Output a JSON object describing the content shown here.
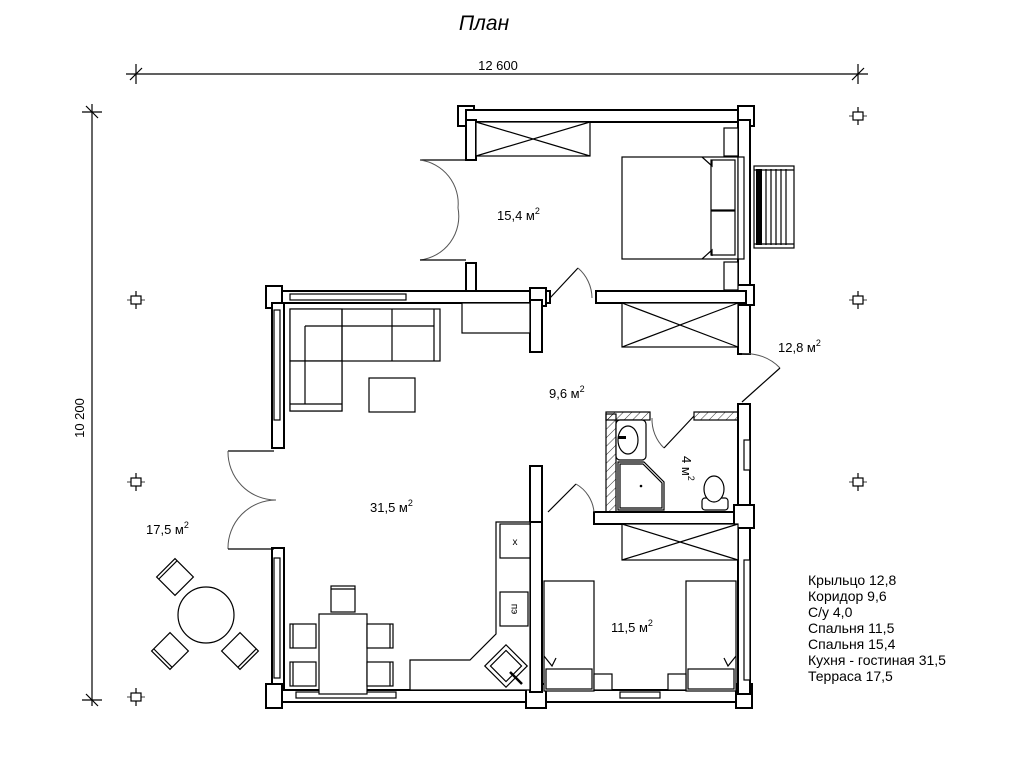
{
  "title": "План",
  "dimensions": {
    "width_label": "12 600",
    "height_label": "10 200"
  },
  "rooms": {
    "bedroom_large": {
      "area": "15,4 м",
      "sup": "2"
    },
    "porch": {
      "area": "12,8 м",
      "sup": "2"
    },
    "corridor": {
      "area": "9,6 м",
      "sup": "2"
    },
    "bathroom": {
      "area": "4 м",
      "sup": "2"
    },
    "living_kitchen": {
      "area": "31,5 м",
      "sup": "2"
    },
    "terrace": {
      "area": "17,5 м",
      "sup": "2"
    },
    "bedroom_small": {
      "area": "11,5 м",
      "sup": "2"
    }
  },
  "appliances": {
    "fridge_mark": "х",
    "stove_mark": "пэ"
  },
  "legend": [
    "Крыльцо 12,8",
    "Коридор 9,6",
    "С/у 4,0",
    "Спальня 11,5",
    "Спальня 15,4",
    "Кухня - гостиная 31,5",
    "Терраса 17,5"
  ]
}
